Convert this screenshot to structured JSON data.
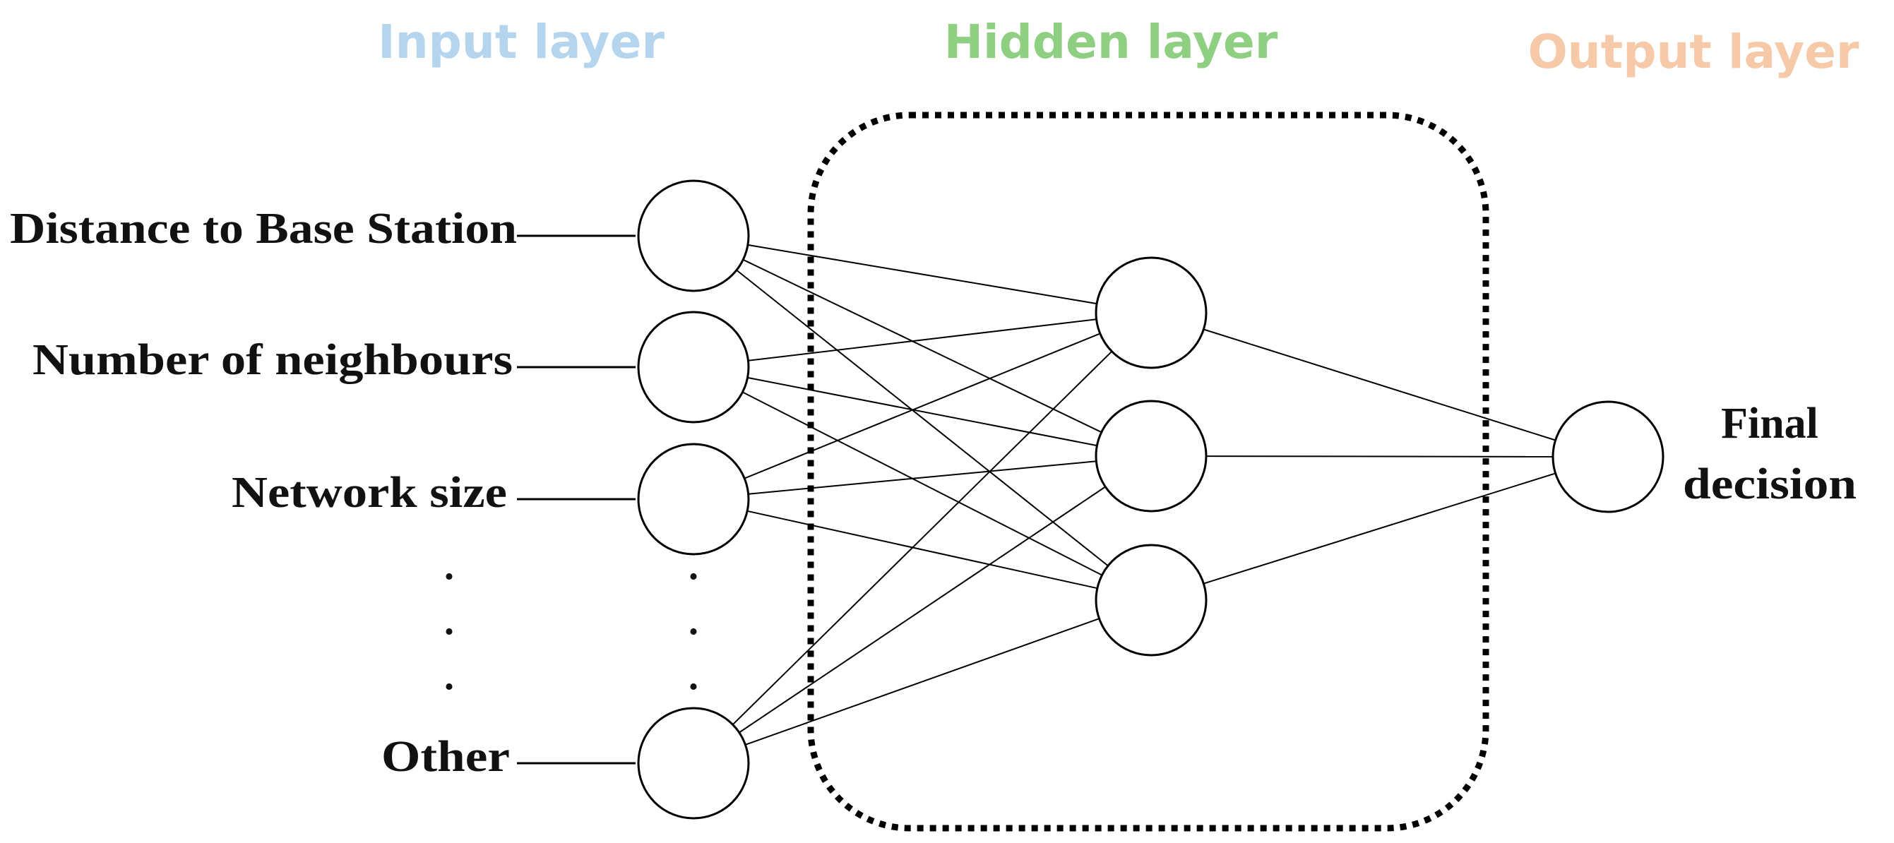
{
  "titles": {
    "input": "Input layer",
    "hidden": "Hidden layer",
    "output": "Output layer"
  },
  "colors": {
    "input": "#b5d5ee",
    "hidden": "#8fcf82",
    "output": "#f6c9a8",
    "stroke": "#000000"
  },
  "inputs": [
    "Distance to Base Station",
    "Number of neighbours",
    "Network size",
    "Other"
  ],
  "ellipsis": ".",
  "output": {
    "line1": "Final",
    "line2": "decision"
  }
}
